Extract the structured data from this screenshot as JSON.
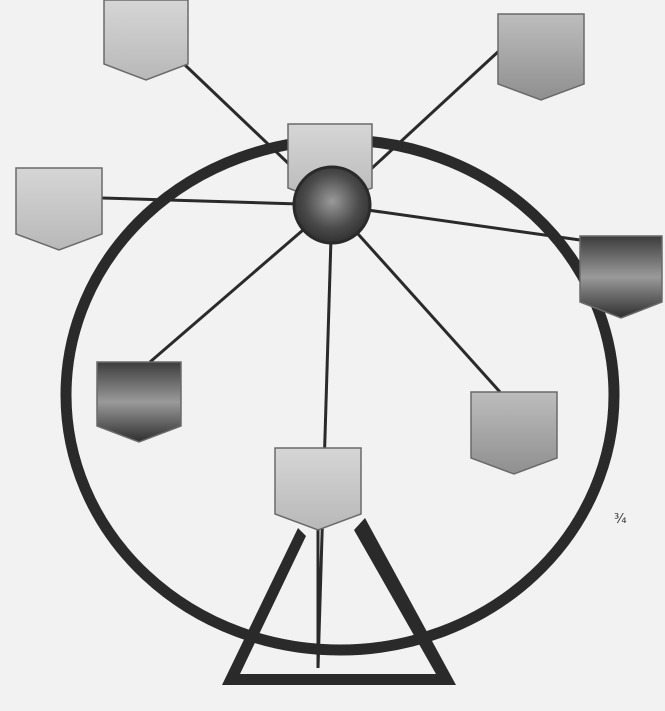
{
  "diagram": {
    "type": "ferris-wheel illustration",
    "hub_label": "",
    "gondola_count": 8,
    "gondola_shades": [
      "light",
      "medium",
      "light",
      "dark",
      "dark",
      "medium",
      "light",
      "medium"
    ],
    "corner_mark": "¾",
    "colors": {
      "background": "#f2f2f2",
      "stroke": "#2a2a2a",
      "light": "#c9c9c9",
      "medium": "#a9a9a9",
      "dark": "#5a5a5a"
    }
  }
}
